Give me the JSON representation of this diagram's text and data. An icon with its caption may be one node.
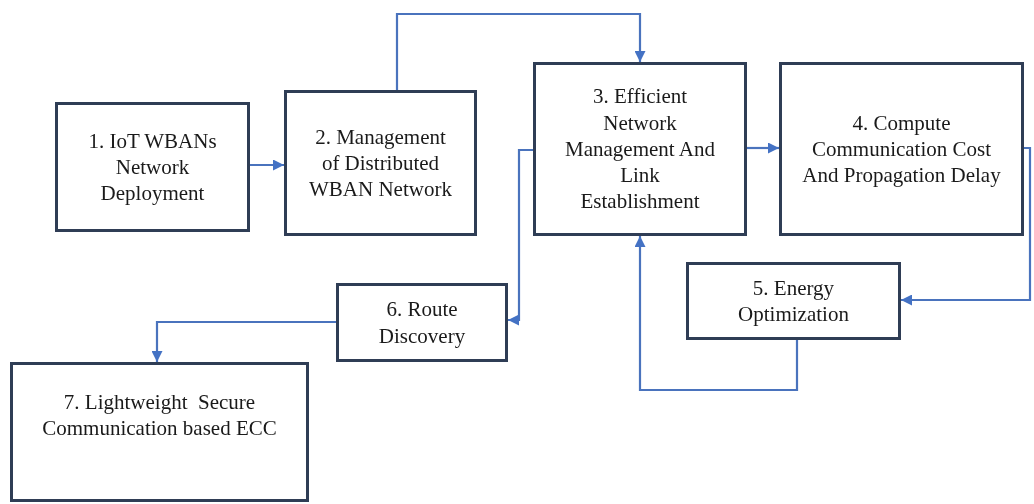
{
  "diagram": {
    "nodes": [
      {
        "text": [
          "1. IoT WBANs Network Deployment"
        ]
      },
      {
        "text": [
          "2. Management of Distributed WBAN Network"
        ]
      },
      {
        "text": [
          "3. Efficient Network Management And Link Establishment"
        ]
      },
      {
        "text": [
          "4. Compute Communication Cost And Propagation Delay"
        ]
      },
      {
        "text": [
          "5. Energy Optimization"
        ]
      },
      {
        "text": [
          "6. Route Discovery"
        ]
      },
      {
        "text": [
          "7. Lightweight  Secure Communication based ECC"
        ]
      }
    ],
    "edges": [
      {
        "from": 0,
        "to": 1,
        "arrow": "to"
      },
      {
        "from": 1,
        "to": 2,
        "arrow": "to"
      },
      {
        "from": 2,
        "to": 3,
        "arrow": "to"
      },
      {
        "from": 3,
        "to": 4,
        "arrow": "to"
      },
      {
        "from": 4,
        "to": 2,
        "arrow": "to"
      },
      {
        "from": 2,
        "to": 5,
        "arrow": "to"
      },
      {
        "from": 5,
        "to": 6,
        "arrow": "to"
      }
    ]
  }
}
